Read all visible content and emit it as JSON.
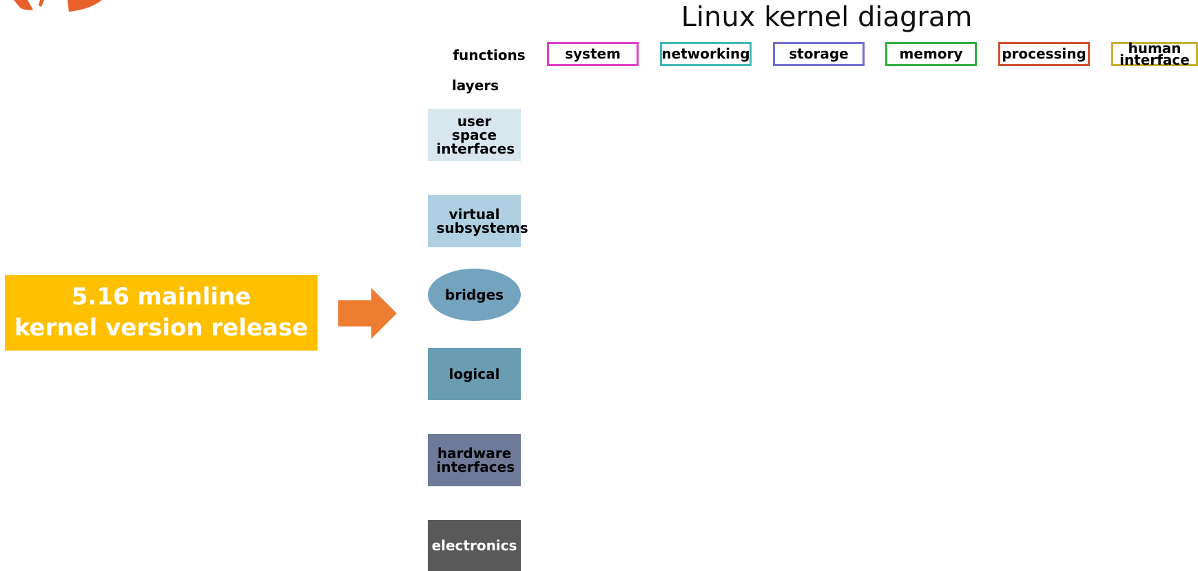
{
  "diagram": {
    "title": "Linux kernel diagram",
    "functions_label": "functions",
    "layers_label": "layers",
    "functions": [
      {
        "label": "system",
        "color": "#E040C8"
      },
      {
        "label": "networking",
        "color": "#40B8B8"
      },
      {
        "label": "storage",
        "color": "#7070D0"
      },
      {
        "label": "memory",
        "color": "#30B040"
      },
      {
        "label": "processing",
        "color": "#D05030"
      },
      {
        "label": "human interface",
        "color": "#C8B030"
      }
    ],
    "layers": [
      {
        "label": "user space interfaces",
        "color": "#D8E6EE",
        "text_color": "#000000",
        "shape": "rect"
      },
      {
        "label": "virtual subsystems",
        "color": "#AED0E2",
        "text_color": "#000000",
        "shape": "rect"
      },
      {
        "label": "bridges",
        "color": "#73A3BE",
        "text_color": "#000000",
        "shape": "ellipse"
      },
      {
        "label": "logical",
        "color": "#6A9CB2",
        "text_color": "#000000",
        "shape": "rect"
      },
      {
        "label": "hardware interfaces",
        "color": "#6E7A98",
        "text_color": "#000000",
        "shape": "rect"
      },
      {
        "label": "electronics",
        "color": "#595959",
        "text_color": "#ffffff",
        "shape": "rect"
      }
    ]
  },
  "release_banner": {
    "line1": "5.16 mainline",
    "line2": "kernel version release",
    "color": "#FFC000",
    "text_color": "#FFFFFF"
  },
  "arrow": {
    "color": "#ED7D31",
    "icon": "right-arrow-icon"
  },
  "logo": {
    "color": "#E8602C",
    "icon": "logo-icon"
  }
}
